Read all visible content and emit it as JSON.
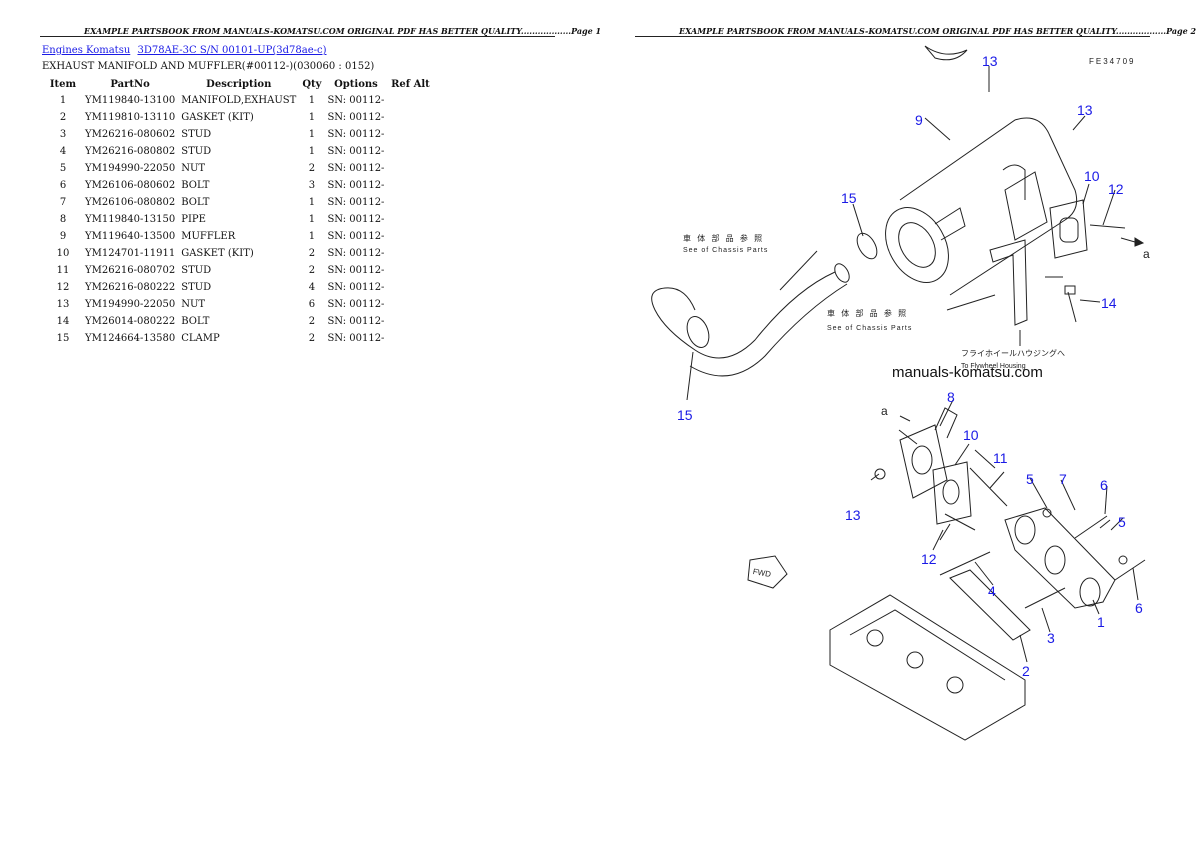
{
  "page1": {
    "header": "EXAMPLE PARTSBOOK FROM MANUALS-KOMATSU.COM ORIGINAL PDF HAS BETTER QUALITY..................Page 1",
    "breadcrumb": {
      "link1": "Engines Komatsu",
      "link2": "3D78AE-3C S/N  00101-UP(3d78ae-c)"
    },
    "subtitle": "EXHAUST MANIFOLD AND MUFFLER(#00112-)(030060 : 0152)",
    "table": {
      "headers": [
        "Item",
        "PartNo",
        "Description",
        "Qty",
        "Options",
        "Ref Alt"
      ],
      "rows": [
        [
          "1",
          "YM119840-13100",
          "MANIFOLD,EXHAUST",
          "1",
          "SN: 00112-",
          ""
        ],
        [
          "2",
          "YM119810-13110",
          "GASKET (KIT)",
          "1",
          "SN: 00112-",
          ""
        ],
        [
          "3",
          "YM26216-080602",
          "STUD",
          "1",
          "SN: 00112-",
          ""
        ],
        [
          "4",
          "YM26216-080802",
          "STUD",
          "1",
          "SN: 00112-",
          ""
        ],
        [
          "5",
          "YM194990-22050",
          "NUT",
          "2",
          "SN: 00112-",
          ""
        ],
        [
          "6",
          "YM26106-080602",
          "BOLT",
          "3",
          "SN: 00112-",
          ""
        ],
        [
          "7",
          "YM26106-080802",
          "BOLT",
          "1",
          "SN: 00112-",
          ""
        ],
        [
          "8",
          "YM119840-13150",
          "PIPE",
          "1",
          "SN: 00112-",
          ""
        ],
        [
          "9",
          "YM119640-13500",
          "MUFFLER",
          "1",
          "SN: 00112-",
          ""
        ],
        [
          "10",
          "YM124701-11911",
          "GASKET (KIT)",
          "2",
          "SN: 00112-",
          ""
        ],
        [
          "11",
          "YM26216-080702",
          "STUD",
          "2",
          "SN: 00112-",
          ""
        ],
        [
          "12",
          "YM26216-080222",
          "STUD",
          "4",
          "SN: 00112-",
          ""
        ],
        [
          "13",
          "YM194990-22050",
          "NUT",
          "6",
          "SN: 00112-",
          ""
        ],
        [
          "14",
          "YM26014-080222",
          "BOLT",
          "2",
          "SN: 00112-",
          ""
        ],
        [
          "15",
          "YM124664-13580",
          "CLAMP",
          "2",
          "SN: 00112-",
          ""
        ]
      ]
    }
  },
  "page2": {
    "header": "EXAMPLE PARTSBOOK FROM MANUALS-KOMATSU.COM ORIGINAL PDF HAS BETTER QUALITY..................Page 2",
    "diagram": {
      "figure_code": "FE34709",
      "watermark": "manuals-komatsu.com",
      "chassis_note_jp": "車 体 部 品 参 照",
      "chassis_note_en": "See of Chassis Parts",
      "flywheel_note_jp": "フライホイールハウジングへ",
      "flywheel_note_en": "To Flywheel Housing",
      "fwd_label": "FWD",
      "arrow_ref": "a",
      "callouts": [
        "13",
        "13",
        "9",
        "10",
        "12",
        "15",
        "14",
        "15",
        "8",
        "10",
        "11",
        "13",
        "12",
        "5",
        "7",
        "6",
        "5",
        "4",
        "3",
        "1",
        "6",
        "2"
      ]
    }
  },
  "colors": {
    "link": "#1a1ae6",
    "callout": "#1a1ae6",
    "drawing": "#222222"
  }
}
